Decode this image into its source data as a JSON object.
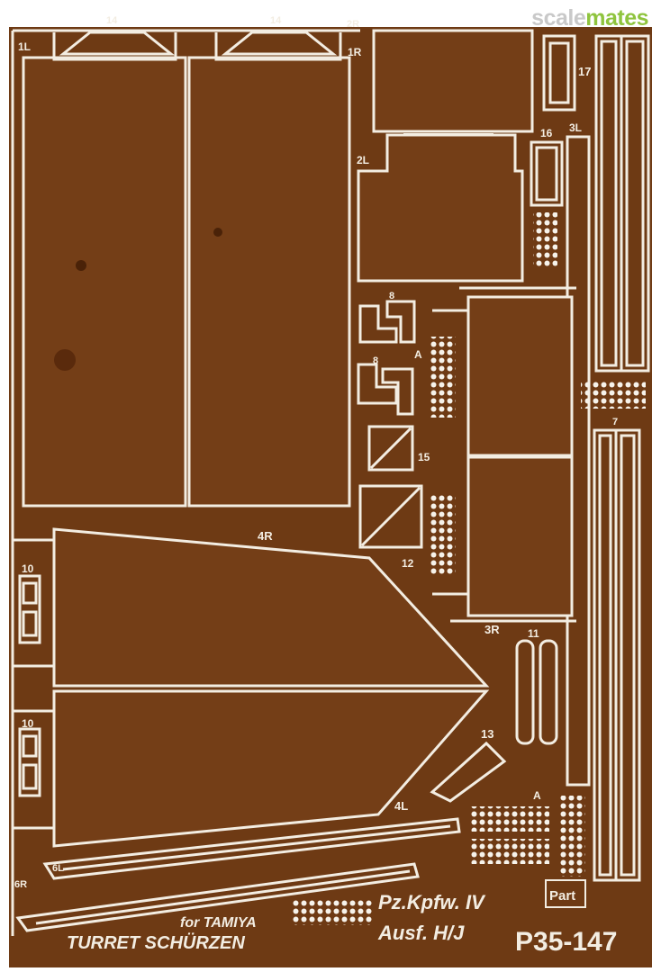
{
  "watermark": {
    "part1": "scale",
    "part2": "mates"
  },
  "fret": {
    "colors": {
      "metal": "#6e3a14",
      "metal_light": "#7b4219",
      "frame": "#f3ede2",
      "hole": "#f6f2ea"
    },
    "labels": {
      "p14a": "14",
      "p14b": "14",
      "p1L": "1L",
      "p1R": "1R",
      "p2R": "2R",
      "p2L": "2L",
      "p17": "17",
      "p16": "16",
      "p3L": "3L",
      "p8a": "8",
      "p8b": "8",
      "pA1": "A",
      "p15": "15",
      "p12": "12",
      "p4R": "4R",
      "p10a": "10",
      "p10b": "10",
      "p7": "7",
      "p3R": "3R",
      "p11": "11",
      "p13": "13",
      "p4L": "4L",
      "pA2": "A",
      "p6L": "6L",
      "p6R": "6R"
    },
    "maker": "Part",
    "for_text": "for TAMIYA",
    "subject": "TURRET SCHÜRZEN",
    "model_line1": "Pz.Kpfw. IV",
    "model_line2": "Ausf. H/J",
    "catalog": "P35-147"
  }
}
